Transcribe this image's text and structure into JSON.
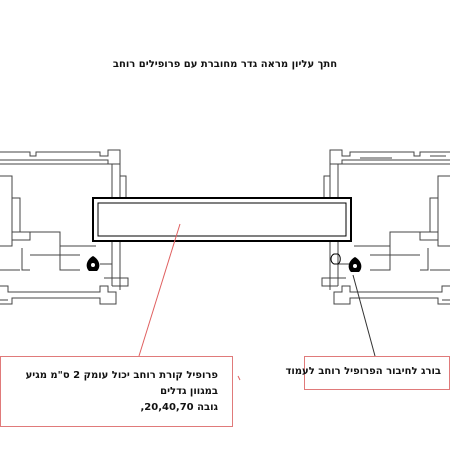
{
  "title": "חתך עליון  מראה גדר מחוברת עם פרופילים רוחב",
  "callouts": {
    "beam_profile": {
      "line1": "פרופיל קורת רוחב יכול עומק 2 ס\"מ מגיע במגוון גדלים",
      "line2": "גובה 20,40,70,"
    },
    "bolt": "בורג לחיבור הפרופיל רוחב לעמוד"
  },
  "colors": {
    "drawing_line": "#444444",
    "beam_outline": "#000000",
    "leader_line": "#e06060",
    "callout_border": "#e07a7a",
    "bolt_fill": "#000000"
  }
}
